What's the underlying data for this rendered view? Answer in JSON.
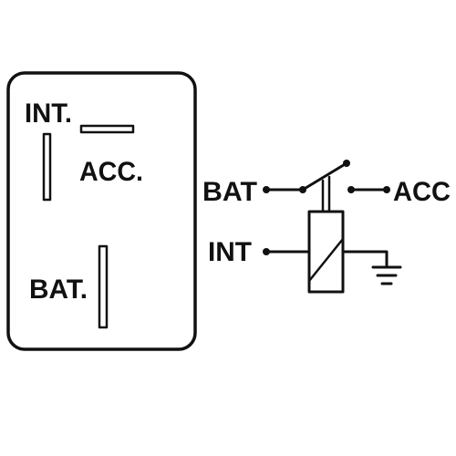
{
  "relay_face": {
    "int_label": "INT.",
    "acc_label": "ACC.",
    "bat_label": "BAT."
  },
  "schematic": {
    "bat_label": "BAT",
    "int_label": "INT",
    "acc_label": "ACC",
    "ground_icon": "ground-symbol-icon"
  },
  "colors": {
    "ink": "#111111",
    "background": "#ffffff"
  }
}
